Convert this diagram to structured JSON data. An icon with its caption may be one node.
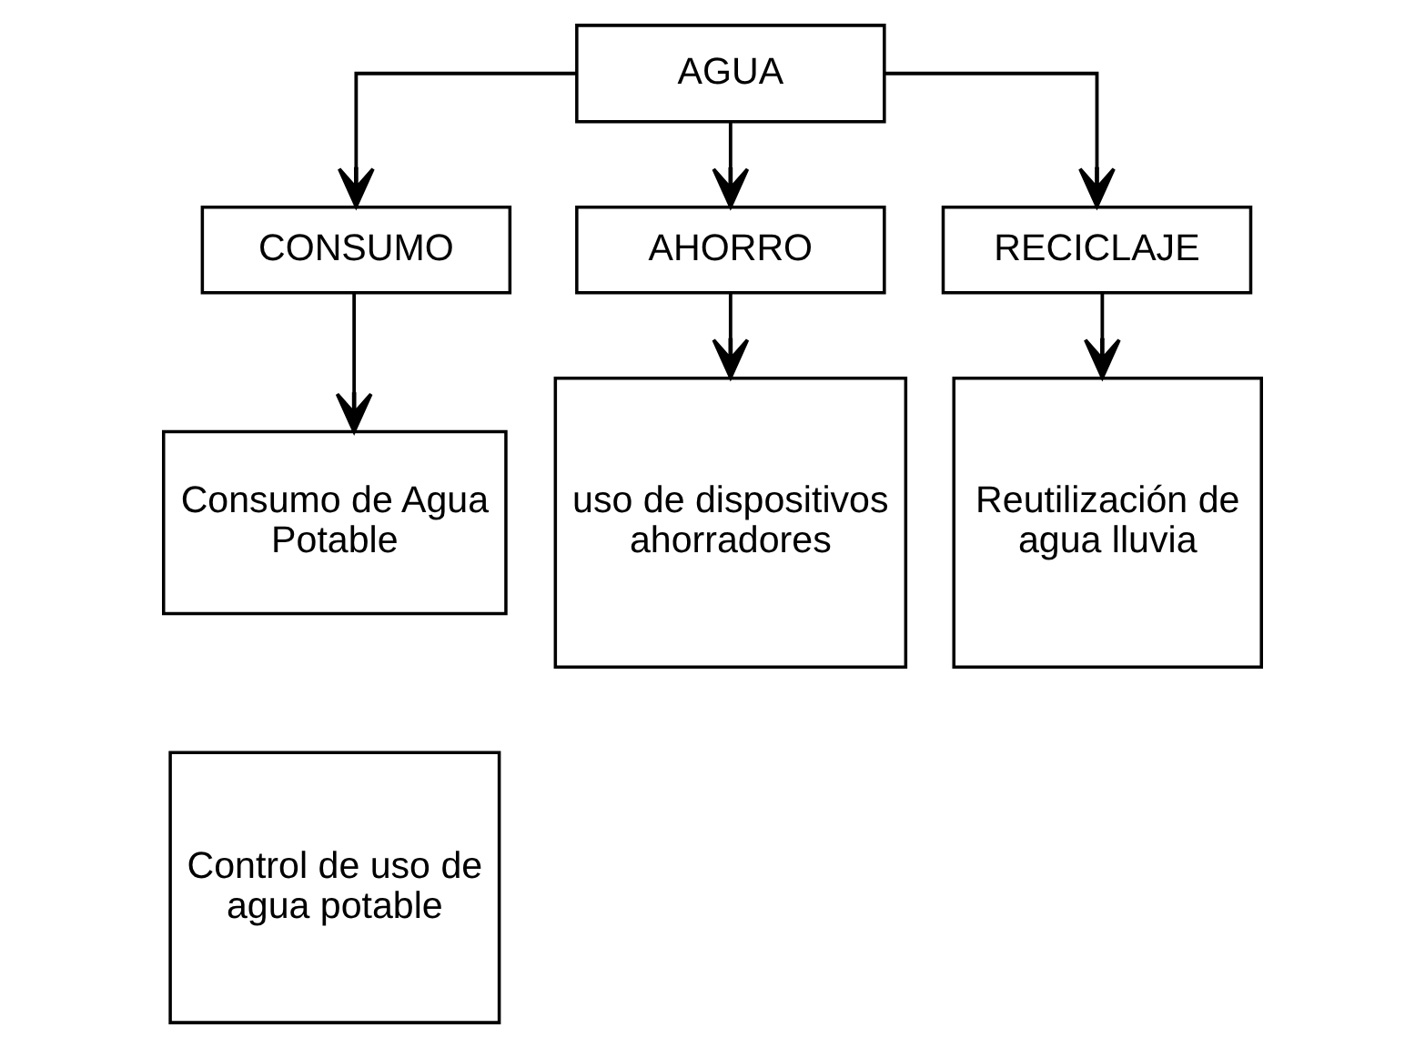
{
  "diagram": {
    "nodes": [
      {
        "text": [
          "AGUA"
        ]
      },
      {
        "text": [
          "CONSUMO"
        ]
      },
      {
        "text": [
          "AHORRO"
        ]
      },
      {
        "text": [
          "RECICLAJE"
        ]
      },
      {
        "text": [
          "Consumo de Agua Potable"
        ]
      },
      {
        "text": [
          "uso de dispositivos ahorradores"
        ]
      },
      {
        "text": [
          "Reutilización de agua lluvia"
        ]
      },
      {
        "text": [
          "Control de uso de agua potable"
        ]
      }
    ],
    "edges": [
      {
        "from": 0,
        "to": 1,
        "arrow": "to"
      },
      {
        "from": 0,
        "to": 2,
        "arrow": "to"
      },
      {
        "from": 0,
        "to": 3,
        "arrow": "to"
      },
      {
        "from": 1,
        "to": 4,
        "arrow": "to"
      },
      {
        "from": 2,
        "to": 5,
        "arrow": "to"
      },
      {
        "from": 3,
        "to": 6,
        "arrow": "to"
      }
    ]
  }
}
